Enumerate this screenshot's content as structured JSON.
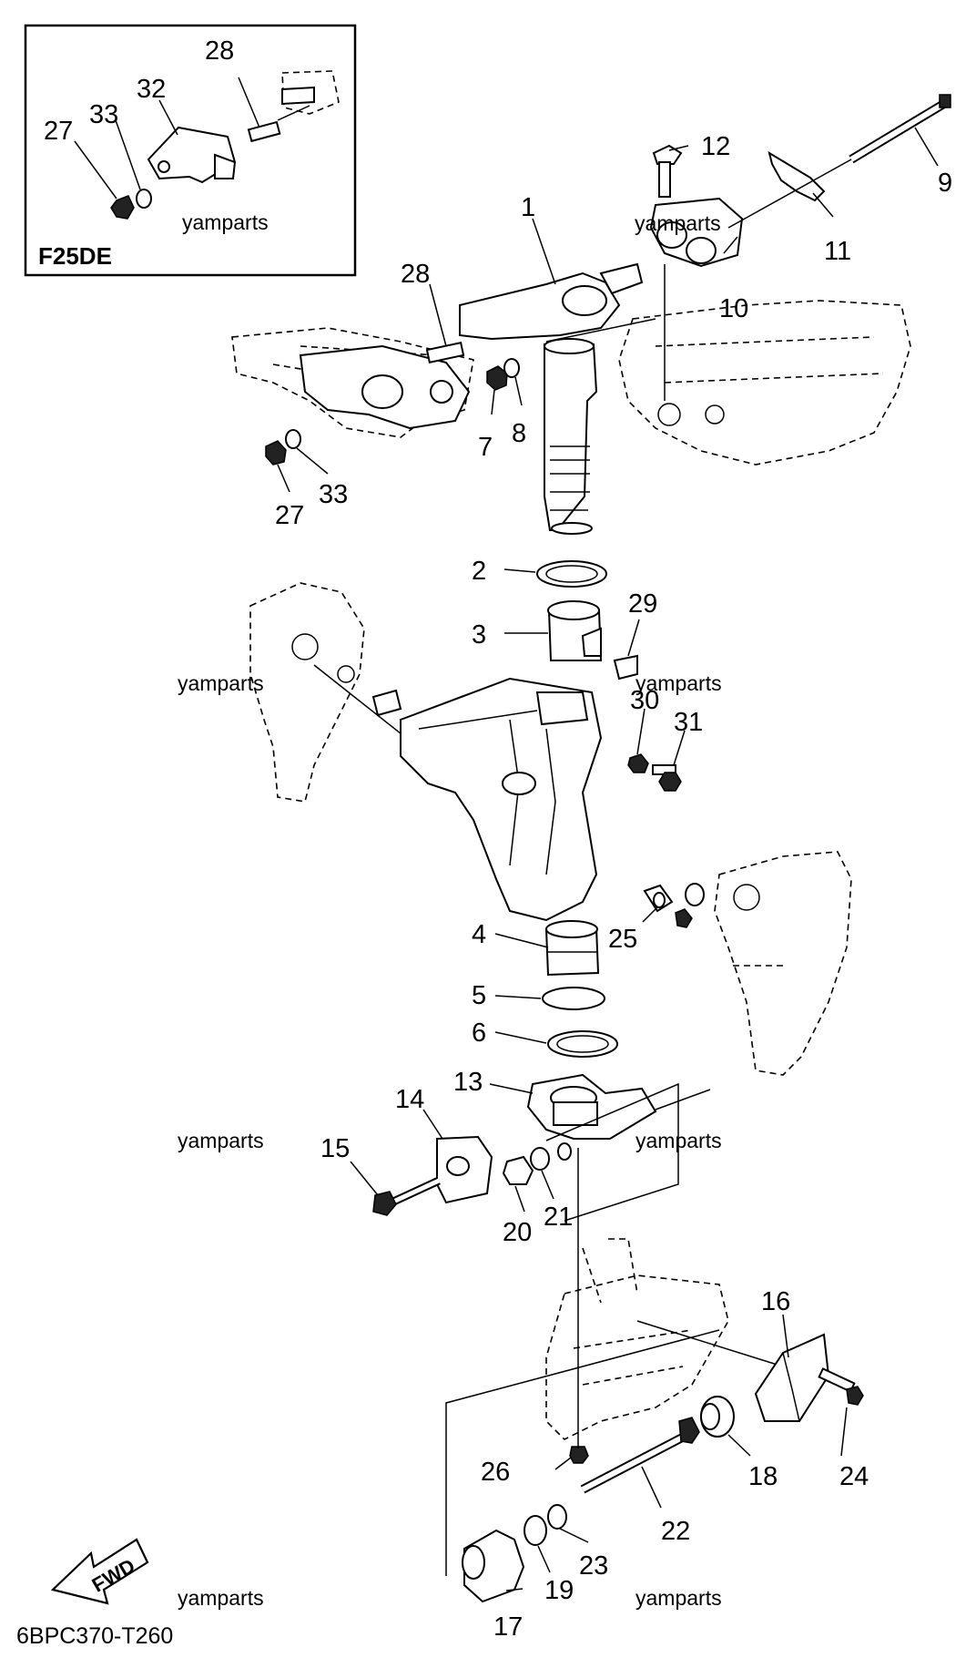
{
  "inset": {
    "label": "F25DE"
  },
  "watermark": "yamparts",
  "diagram_code": "6BPC370-T260",
  "fwd_label": "FWD",
  "callouts": {
    "p1": "1",
    "p2": "2",
    "p3": "3",
    "p4": "4",
    "p5": "5",
    "p6": "6",
    "p7": "7",
    "p8": "8",
    "p9": "9",
    "p10": "10",
    "p11": "11",
    "p12": "12",
    "p13": "13",
    "p14": "14",
    "p15": "15",
    "p16": "16",
    "p17": "17",
    "p18": "18",
    "p19": "19",
    "p20": "20",
    "p21": "21",
    "p22": "22",
    "p23": "23",
    "p24": "24",
    "p25": "25",
    "p26": "26",
    "p27": "27",
    "p28": "28",
    "p29": "29",
    "p30": "30",
    "p31": "31",
    "p32": "32",
    "p33": "33"
  }
}
